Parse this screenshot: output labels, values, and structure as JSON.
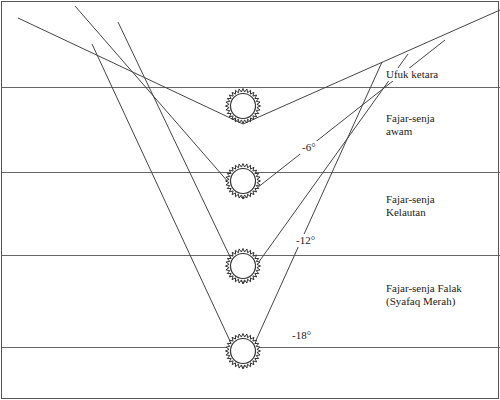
{
  "diagram": {
    "labels": [
      "Ufuk ketara",
      "Fajar-senja awam",
      "-6°",
      "Fajar-senja Kelautan",
      "-12°",
      "Fajar-senja Falak (Syafaq Merah)",
      "-18°"
    ]
  }
}
